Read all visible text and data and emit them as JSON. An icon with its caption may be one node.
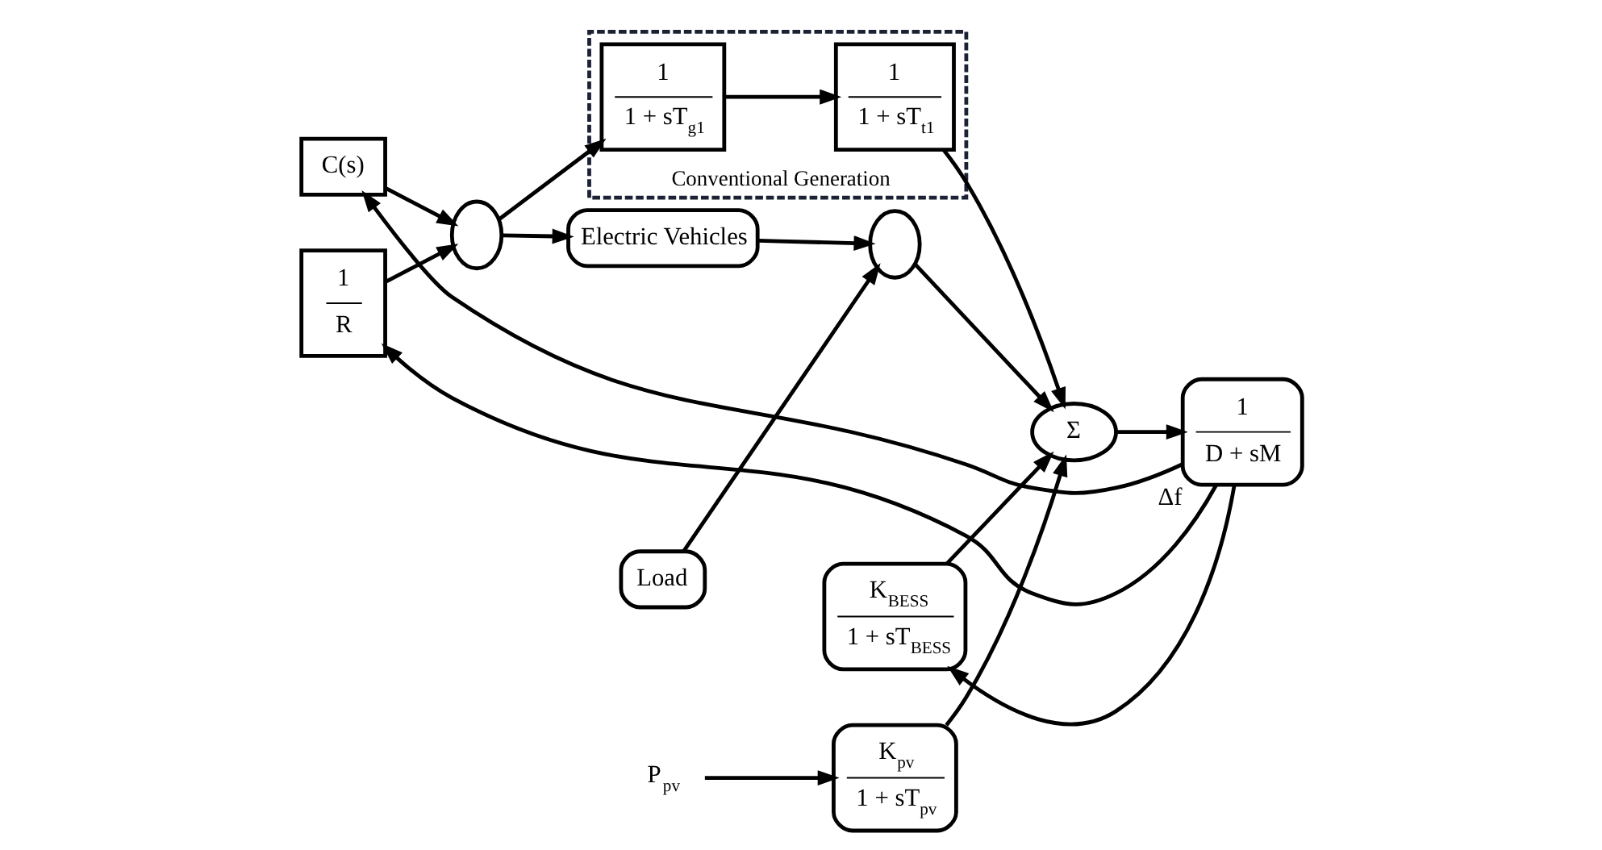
{
  "diagram": {
    "nodes": [
      {
        "text": [
          "C(s)"
        ]
      },
      {
        "text": [],
        "shape": "circle"
      },
      {
        "text": [
          "Conventional Generation"
        ]
      },
      {
        "text": [
          "1",
          "1 + sT$_{g1}$"
        ],
        "in": 2
      },
      {
        "text": [
          "1",
          "1 + sT$_{t1}$"
        ],
        "in": 2
      },
      {
        "text": [
          "1",
          "R"
        ]
      },
      {
        "text": [
          "Electric Vehicles"
        ]
      },
      {
        "text": [],
        "shape": "circle"
      },
      {
        "text": [
          "Load"
        ]
      },
      {
        "text": [
          "Σ"
        ]
      },
      {
        "text": [
          "K$_{pv}$",
          "1 + sT$_{pv}$"
        ]
      },
      {
        "text": [
          "P$_{pv}$"
        ]
      },
      {
        "text": [
          "K$_{BESS}$",
          "1 + sT$_{BESS}$"
        ]
      },
      {
        "text": [
          "1",
          "D + sM"
        ],
        "beside": [
          "Δf"
        ]
      }
    ],
    "edges": [
      {
        "from": 0,
        "to": 1,
        "arrow": "to"
      },
      {
        "from": 1,
        "to": 6,
        "arrow": "to"
      },
      {
        "from": 1,
        "to": 3,
        "arrow": "to"
      },
      {
        "from": 3,
        "to": 4,
        "arrow": "to"
      },
      {
        "from": 4,
        "to": 9,
        "arrow": "to"
      },
      {
        "from": 5,
        "to": 1,
        "arrow": "to"
      },
      {
        "from": 6,
        "to": 7,
        "arrow": "to"
      },
      {
        "from": 8,
        "to": 7,
        "arrow": "to"
      },
      {
        "from": 7,
        "to": 9,
        "arrow": "to"
      },
      {
        "from": 11,
        "to": 10,
        "arrow": "to"
      },
      {
        "from": 10,
        "to": 9,
        "arrow": "to"
      },
      {
        "from": 12,
        "to": 9,
        "arrow": "to"
      },
      {
        "from": 9,
        "to": 13,
        "arrow": "to"
      },
      {
        "from": 13,
        "to": 0,
        "arrow": "to"
      },
      {
        "from": 13,
        "to": 5,
        "arrow": "to"
      },
      {
        "from": 13,
        "to": 12,
        "arrow": "to"
      }
    ]
  }
}
